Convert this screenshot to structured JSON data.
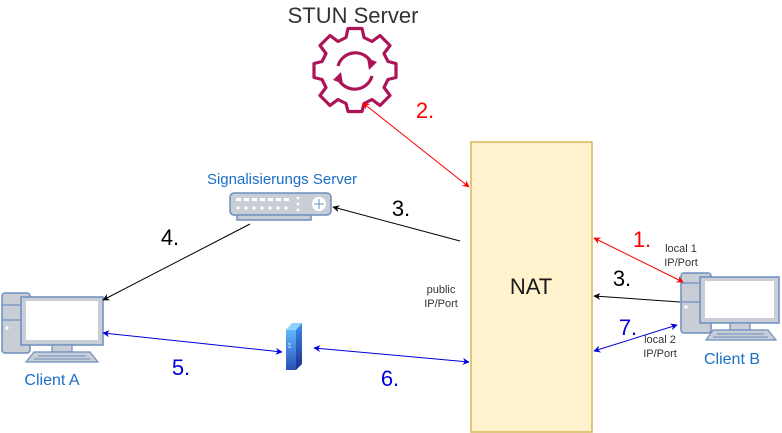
{
  "title": "STUN Server",
  "nodes": {
    "stun": {
      "label": "STUN Server",
      "icon": "gear-sync-icon",
      "color": "#AD1457"
    },
    "signaling": {
      "label": "Signalisierungs Server",
      "icon": "network-switch-icon",
      "label_color": "#1A6FC7"
    },
    "nat": {
      "label": "NAT",
      "fill": "#FFF2CC",
      "stroke": "#D6B656"
    },
    "client_a": {
      "label": "Client A",
      "icon": "desktop-computer-icon",
      "label_color": "#1A6FC7"
    },
    "client_b": {
      "label": "Client B",
      "icon": "desktop-computer-icon",
      "label_color": "#1A6FC7"
    },
    "relay": {
      "icon": "server-tower-icon"
    }
  },
  "annotations": {
    "public": {
      "line1": "public",
      "line2": "IP/Port"
    },
    "local1": {
      "line1": "local 1",
      "line2": "IP/Port"
    },
    "local2": {
      "line1": "local 2",
      "line2": "IP/Port"
    }
  },
  "steps": {
    "s1": {
      "label": "1.",
      "color": "#FF0000"
    },
    "s2": {
      "label": "2.",
      "color": "#FF0000"
    },
    "s3a": {
      "label": "3.",
      "color": "#000000"
    },
    "s3b": {
      "label": "3.",
      "color": "#000000"
    },
    "s4": {
      "label": "4.",
      "color": "#000000"
    },
    "s5": {
      "label": "5.",
      "color": "#0000DD"
    },
    "s6": {
      "label": "6.",
      "color": "#0000DD"
    },
    "s7": {
      "label": "7.",
      "color": "#0000DD"
    }
  },
  "edges": [
    {
      "from": "stun",
      "to": "nat",
      "direction": "both",
      "color": "#FF0000",
      "step": "2."
    },
    {
      "from": "client_b",
      "to": "nat",
      "direction": "both",
      "color": "#FF0000",
      "step": "1."
    },
    {
      "from": "nat",
      "to": "signaling",
      "direction": "forward",
      "color": "#000000",
      "step": "3."
    },
    {
      "from": "client_b",
      "to": "nat",
      "direction": "forward",
      "color": "#000000",
      "step": "3."
    },
    {
      "from": "signaling",
      "to": "client_a",
      "direction": "forward",
      "color": "#000000",
      "step": "4."
    },
    {
      "from": "client_a",
      "to": "relay",
      "direction": "both",
      "color": "#0000DD",
      "step": "5."
    },
    {
      "from": "relay",
      "to": "nat",
      "direction": "both",
      "color": "#0000DD",
      "step": "6."
    },
    {
      "from": "client_b",
      "to": "nat",
      "direction": "both",
      "color": "#0000DD",
      "step": "7."
    }
  ]
}
